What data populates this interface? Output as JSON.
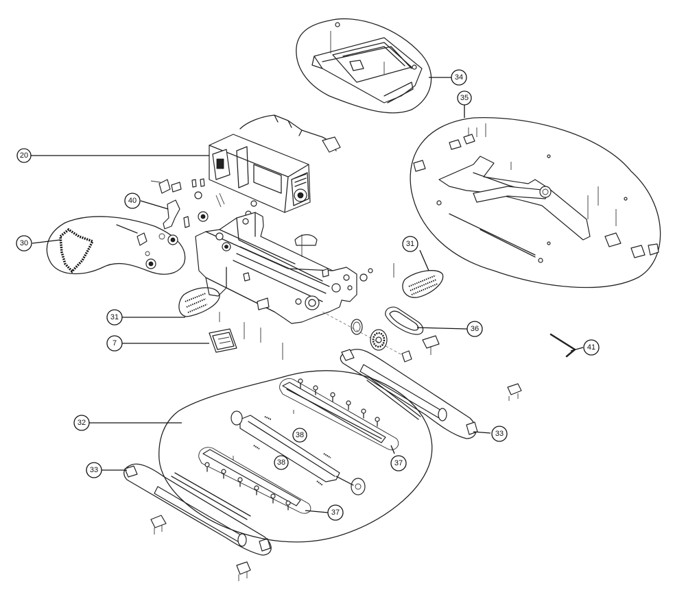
{
  "callouts": [
    {
      "id": "c20",
      "label": "20"
    },
    {
      "id": "c30",
      "label": "30"
    },
    {
      "id": "c40",
      "label": "40"
    },
    {
      "id": "c31a",
      "label": "31"
    },
    {
      "id": "c31b",
      "label": "31"
    },
    {
      "id": "c7",
      "label": "7"
    },
    {
      "id": "c32",
      "label": "32"
    },
    {
      "id": "c33a",
      "label": "33"
    },
    {
      "id": "c33b",
      "label": "33"
    },
    {
      "id": "c34",
      "label": "34"
    },
    {
      "id": "c35",
      "label": "35"
    },
    {
      "id": "c36",
      "label": "36"
    },
    {
      "id": "c37a",
      "label": "37"
    },
    {
      "id": "c37b",
      "label": "37"
    },
    {
      "id": "c38a",
      "label": "38"
    },
    {
      "id": "c38b",
      "label": "38"
    },
    {
      "id": "c41",
      "label": "41"
    }
  ]
}
